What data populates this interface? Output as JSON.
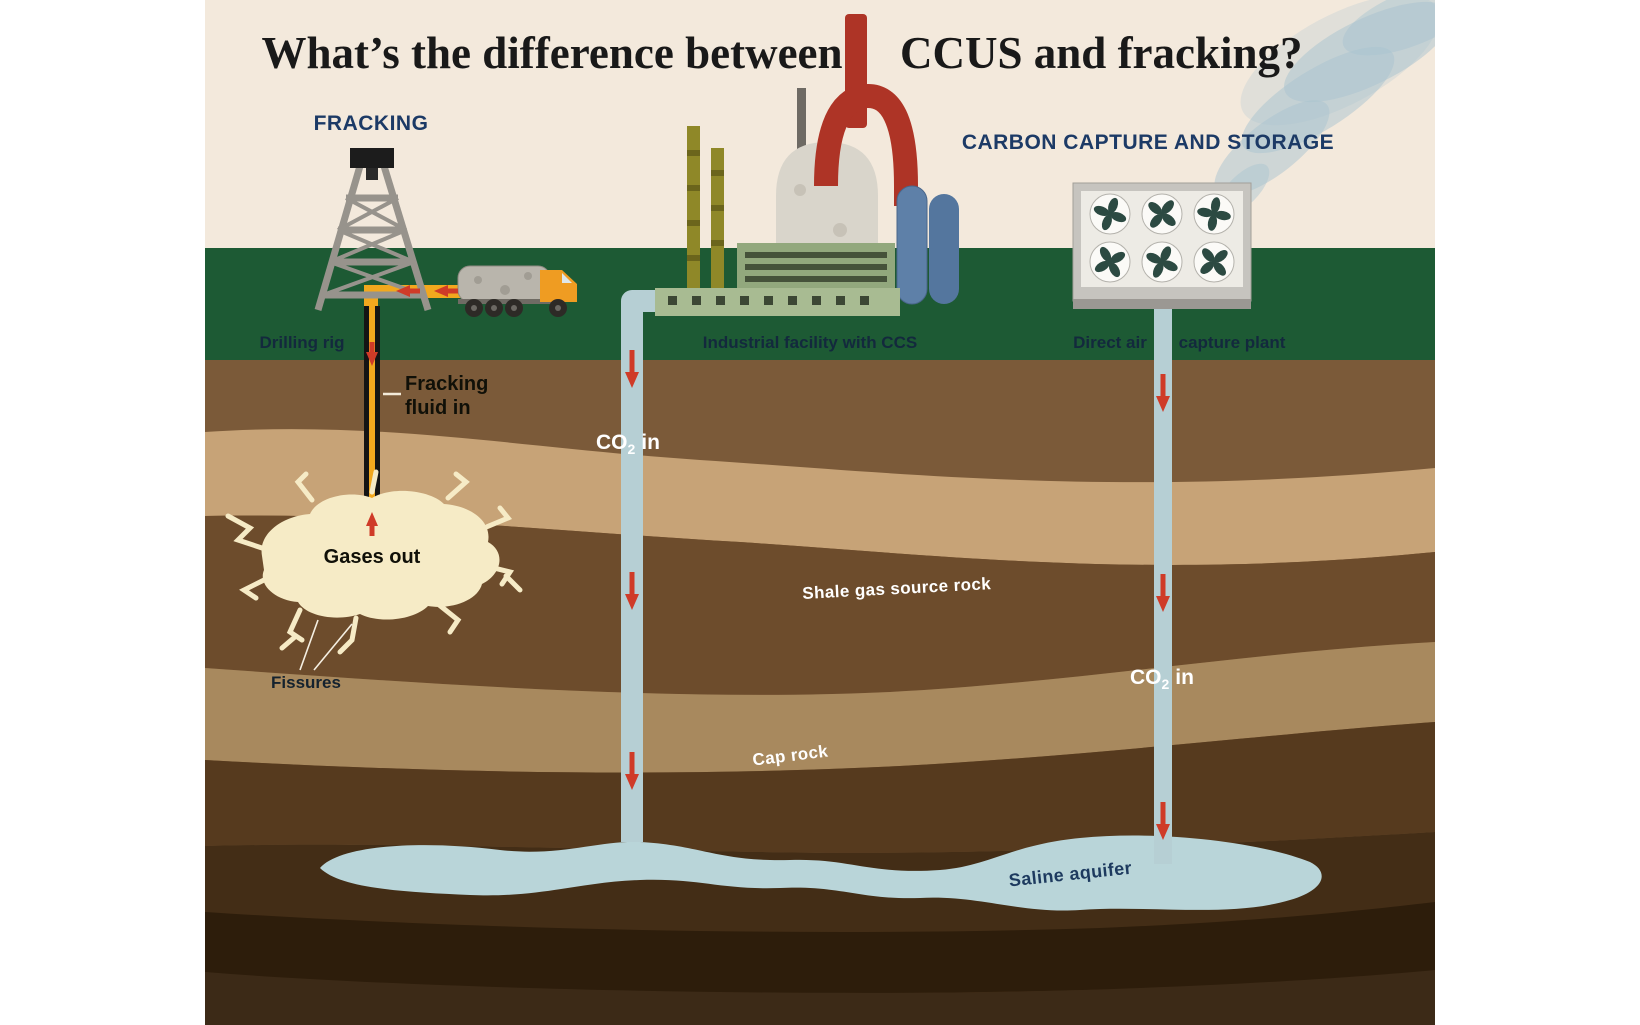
{
  "title": {
    "part1": "What’s the difference between",
    "part2": "CCUS and fracking?"
  },
  "fracking": {
    "heading": "FRACKING",
    "drilling_rig_label": "Drilling rig",
    "fluid_label_line1": "Fracking",
    "fluid_label_line2": "fluid in",
    "gases_out_label": "Gases out",
    "fissures_label": "Fissures"
  },
  "ccs": {
    "heading": "CARBON CAPTURE AND STORAGE",
    "facility_label": "Industrial facility with CCS",
    "direct_air_label": "Direct air",
    "capture_plant_label": "capture plant"
  },
  "co2_label": {
    "text": "CO",
    "subscript": "2",
    "suffix": "in"
  },
  "geology": {
    "shale_label": "Shale gas source rock",
    "cap_rock_label": "Cap rock",
    "aquifer_label": "Saline aquifer"
  },
  "colors": {
    "sky": "#f3e9dc",
    "grass": "#1d5a34",
    "heading_navy": "#1c3a66",
    "arrow_red": "#cf3b28",
    "pipe_blue": "#b6cfd4",
    "aquifer_blue": "#b9d5d9",
    "gas_cream": "#f6ebc6",
    "well_orange": "#f2a81e"
  }
}
